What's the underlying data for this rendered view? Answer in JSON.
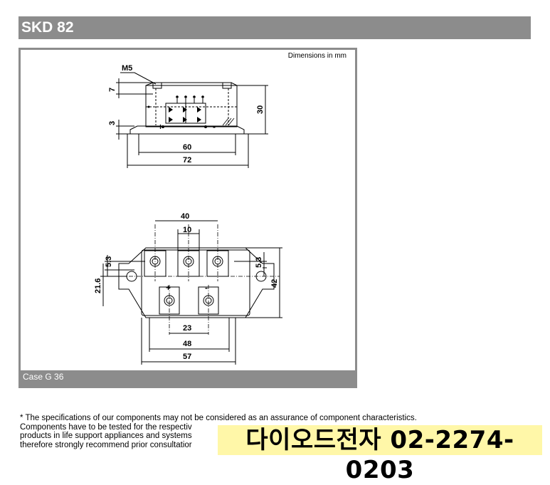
{
  "header": {
    "title": "SKD 82"
  },
  "figure": {
    "dimensions_note": "Dimensions in mm",
    "case_label": "Case G 36",
    "side_view": {
      "thread": "M5",
      "d7": "7",
      "d3": "3",
      "d30": "30",
      "d60": "60",
      "d72": "72",
      "plus": "+",
      "minus": "-"
    },
    "top_view": {
      "d40": "40",
      "d10": "10",
      "d5_3_left": "5.3",
      "d21_6": "21.6",
      "d5_3_right": "5.3",
      "d42": "42",
      "d23": "23",
      "d48": "48",
      "d57": "57",
      "plus": "+",
      "minus": "-"
    }
  },
  "footer": {
    "line1": "* The specifications of our components may not be considered as an assurance of component characteristics.",
    "line2": "Components have to be tested for the respectiv",
    "line3": "products in life support appliances and systems",
    "line4": "therefore strongly recommend prior consultatior"
  },
  "overlay": {
    "text": "다이오드전자 02-2274-0203",
    "background": "#fff7a8"
  }
}
